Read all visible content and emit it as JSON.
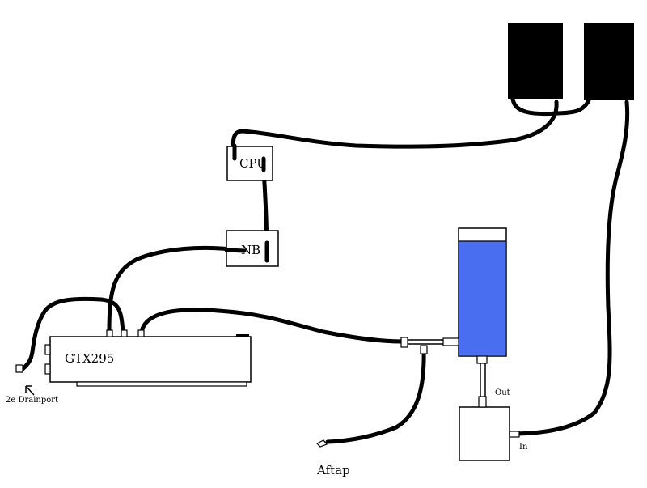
{
  "labels": {
    "cpu": "CPU",
    "nb": "NB",
    "gpu": "GTX295",
    "drainport": "2e Drainport",
    "aftap": "Aftap",
    "pump_out": "Out",
    "pump_in": "In"
  },
  "colors": {
    "tube": "#000000",
    "coolant": "#4a6ef0",
    "radiator": "#000000",
    "background": "#ffffff"
  }
}
